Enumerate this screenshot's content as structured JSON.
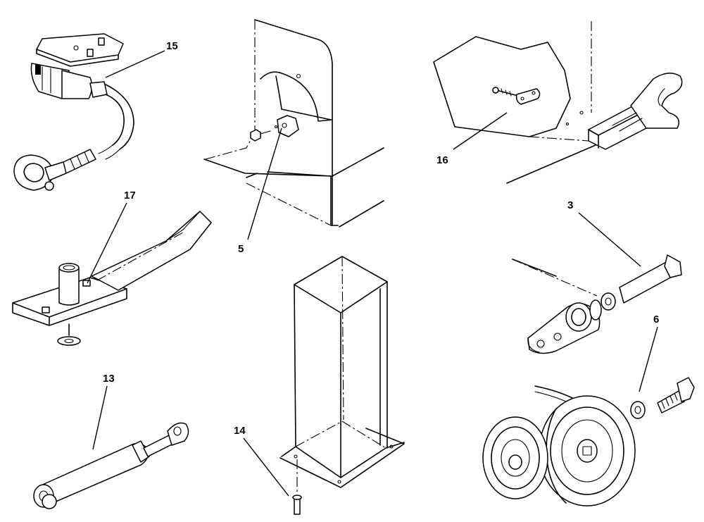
{
  "callouts": {
    "c15": "15",
    "c5": "5",
    "c16": "16",
    "c17": "17",
    "c3": "3",
    "c6": "6",
    "c13": "13",
    "c14": "14"
  }
}
